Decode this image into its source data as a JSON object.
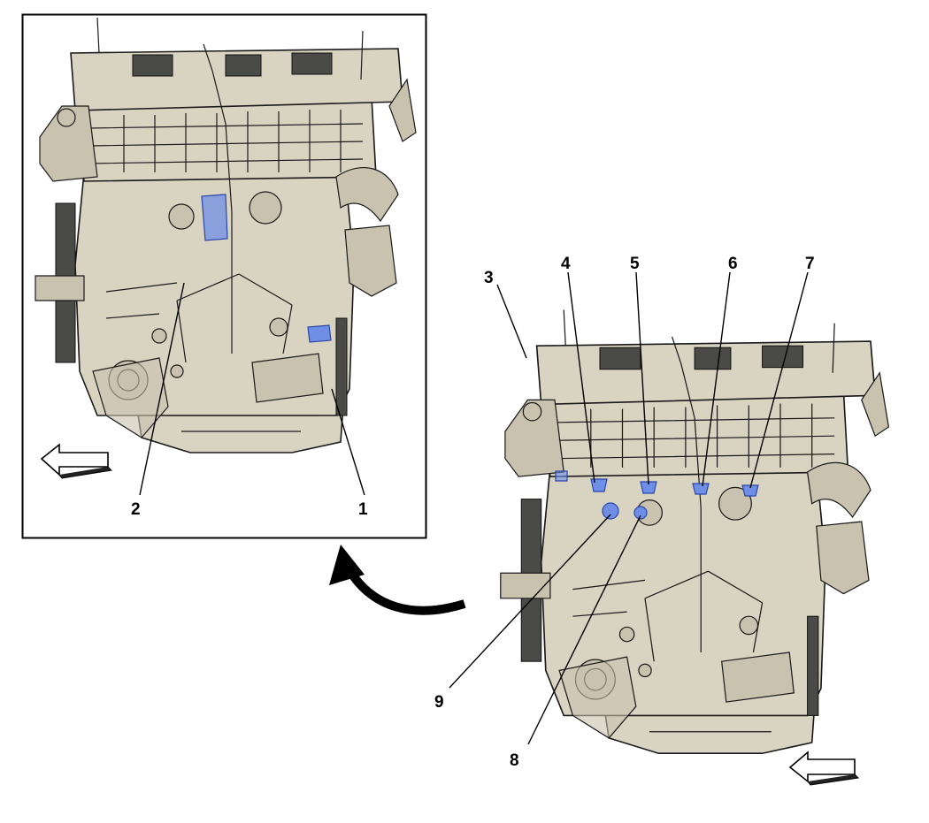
{
  "detail_view": {
    "callouts": [
      {
        "id": "c1",
        "label": "1"
      },
      {
        "id": "c2",
        "label": "2"
      }
    ]
  },
  "main_view": {
    "callouts": [
      {
        "id": "c3",
        "label": "3"
      },
      {
        "id": "c4",
        "label": "4"
      },
      {
        "id": "c5",
        "label": "5"
      },
      {
        "id": "c6",
        "label": "6"
      },
      {
        "id": "c7",
        "label": "7"
      },
      {
        "id": "c8",
        "label": "8"
      },
      {
        "id": "c9",
        "label": "9"
      }
    ]
  },
  "colors": {
    "engine_fill": "#d9d3c2",
    "highlight": "#6f8fe6",
    "outline": "#1a1a1a"
  },
  "icons": [
    "direction-arrow-icon",
    "view-transfer-arrow-icon"
  ]
}
